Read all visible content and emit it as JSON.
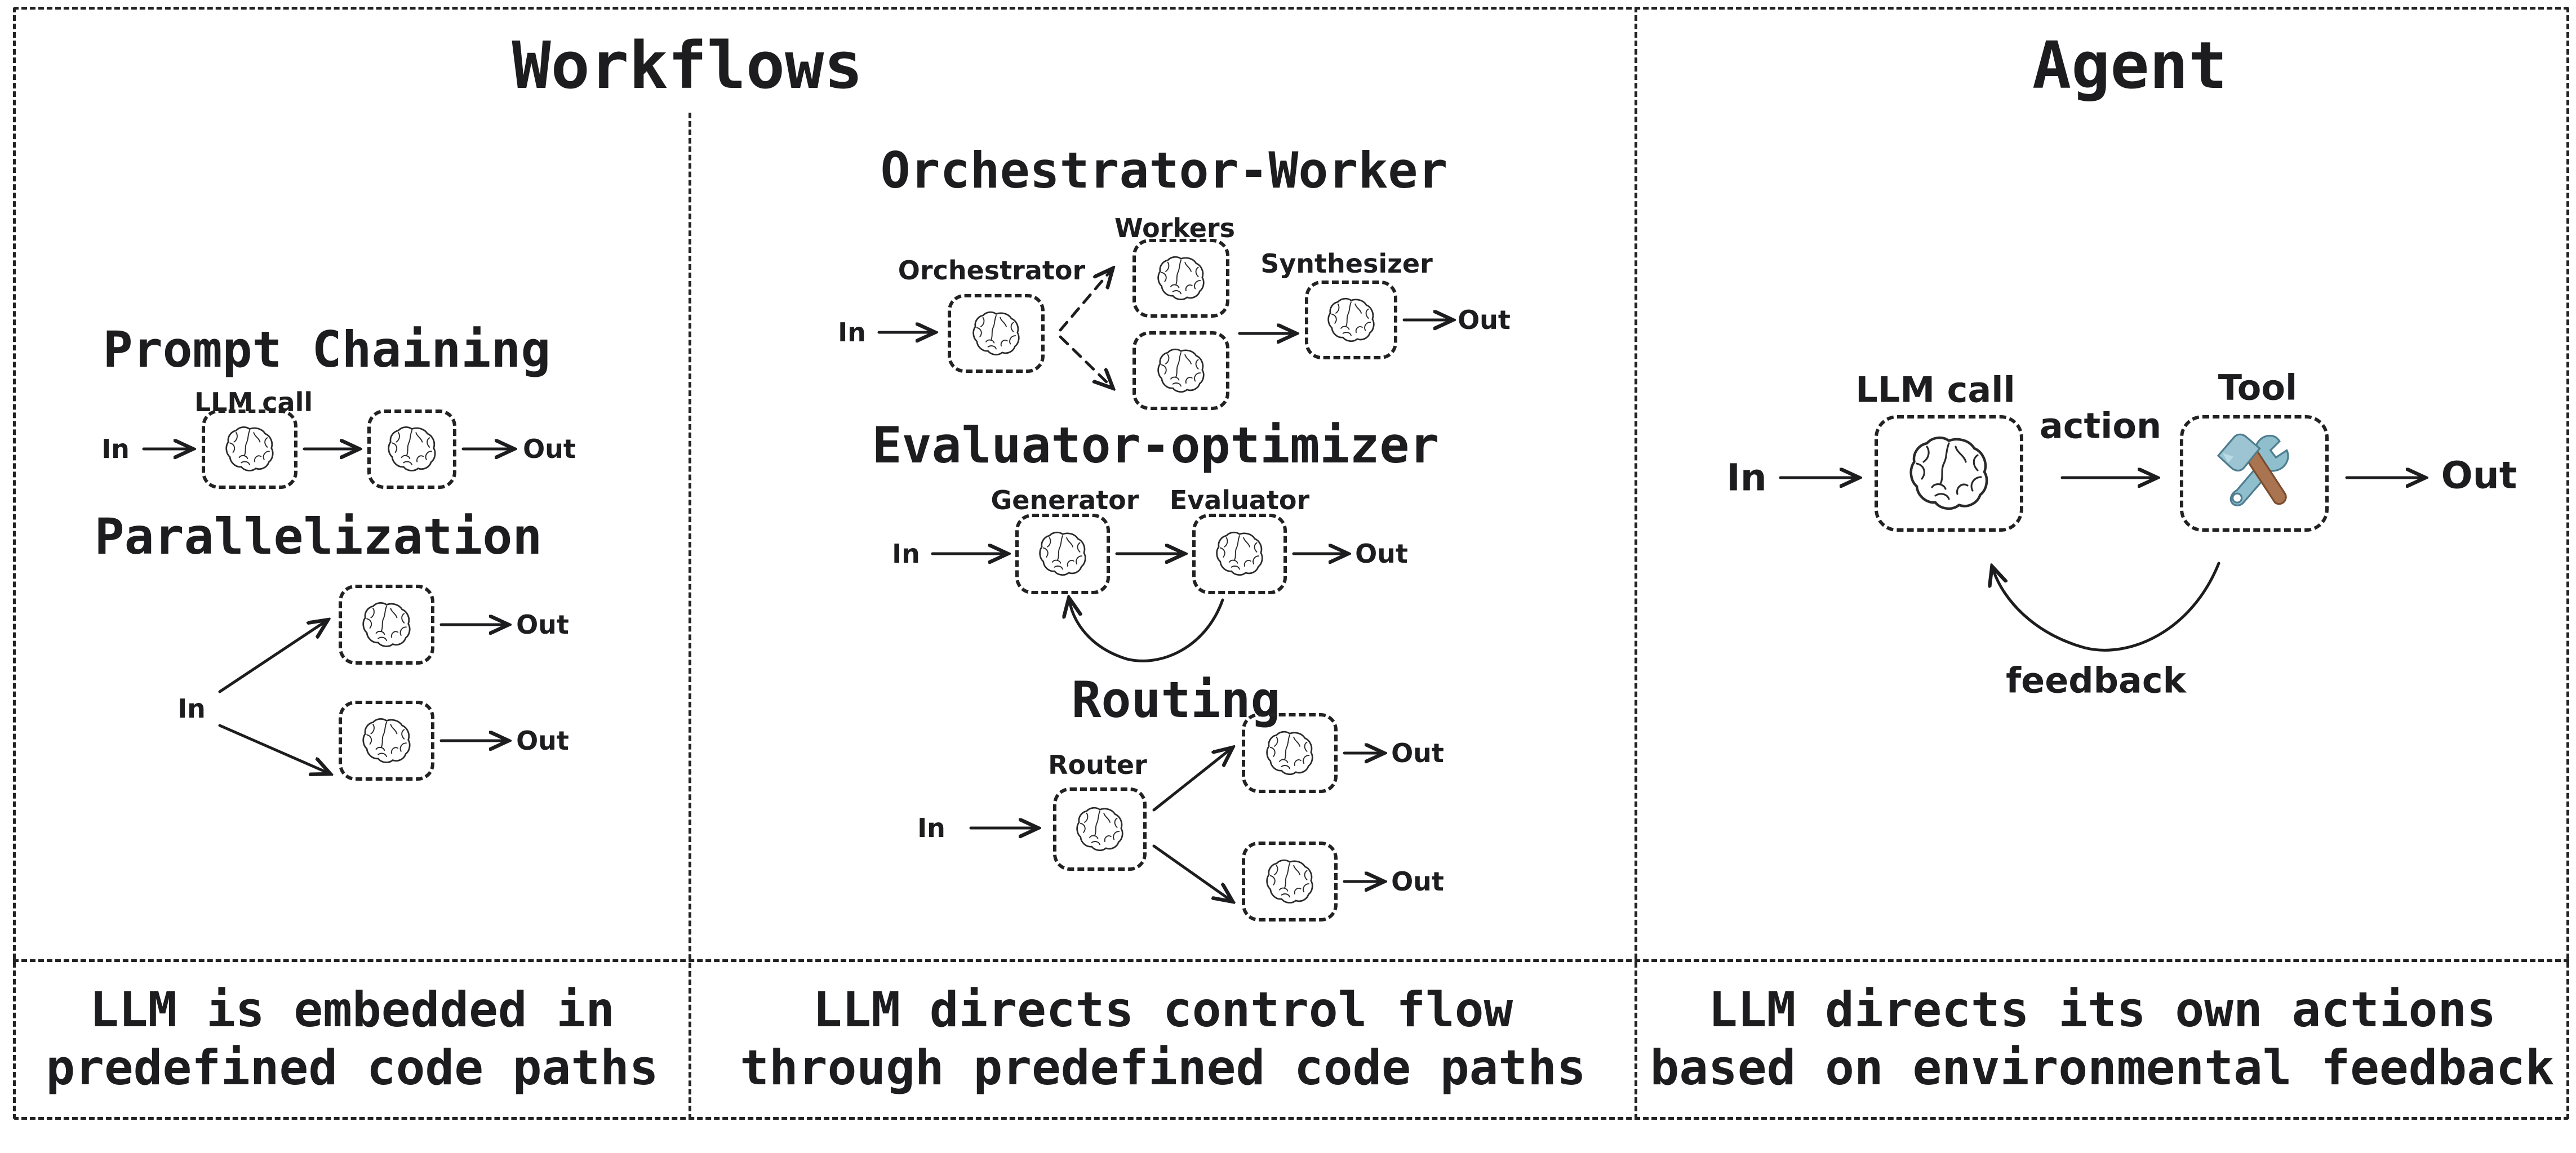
{
  "workflows": {
    "title": "Workflows",
    "prompt_chaining": {
      "heading": "Prompt Chaining",
      "llm_call": "LLM call",
      "in": "In",
      "out": "Out"
    },
    "parallelization": {
      "heading": "Parallelization",
      "in": "In",
      "out_top": "Out",
      "out_bottom": "Out"
    },
    "orchestrator_worker": {
      "heading": "Orchestrator-Worker",
      "workers": "Workers",
      "orchestrator": "Orchestrator",
      "synthesizer": "Synthesizer",
      "in": "In",
      "out": "Out"
    },
    "evaluator_optimizer": {
      "heading": "Evaluator-optimizer",
      "generator": "Generator",
      "evaluator": "Evaluator",
      "in": "In",
      "out": "Out"
    },
    "routing": {
      "heading": "Routing",
      "router": "Router",
      "in": "In",
      "out_top": "Out",
      "out_bottom": "Out"
    },
    "caption_left": {
      "line1": "LLM is embedded in",
      "line2": "predefined code paths"
    },
    "caption_middle": {
      "line1": "LLM directs control flow",
      "line2": "through predefined code paths"
    }
  },
  "agent": {
    "title": "Agent",
    "llm_call": "LLM call",
    "action": "action",
    "tool": "Tool",
    "feedback": "feedback",
    "in": "In",
    "out": "Out",
    "caption": {
      "line1": "LLM directs its own actions",
      "line2": "based on environmental feedback"
    }
  },
  "icons": {
    "brain": "brain-doodle-icon",
    "tool": "hammer-wrench-icon"
  },
  "colors": {
    "ink": "#1d1d1f",
    "border": "#222222",
    "background": "#ffffff",
    "tool_steel_blue": "#8fbecd",
    "tool_steel_blue_light": "#b9dbe6",
    "tool_steel_blue_dark": "#4d7d8f",
    "tool_handle_brown": "#a9744f"
  }
}
